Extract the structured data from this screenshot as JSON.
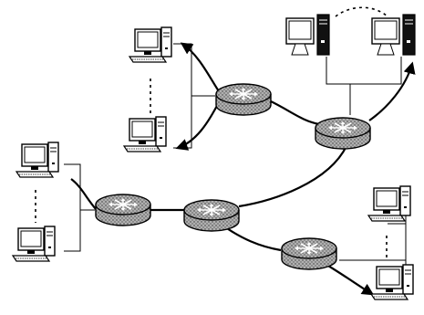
{
  "diagram": {
    "kind": "computer-network",
    "background": "#ffffff",
    "ink": "#000000",
    "router_fill": "#a8a8a8",
    "router_icon": "router-icon",
    "host_icon": "desktop-computer-icon",
    "routers": [
      {
        "id": "r-top-center"
      },
      {
        "id": "r-top-right"
      },
      {
        "id": "r-left"
      },
      {
        "id": "r-center"
      },
      {
        "id": "r-bottom-right"
      }
    ],
    "links": [
      {
        "from": "r-top-center",
        "to": "r-top-right"
      },
      {
        "from": "r-top-right",
        "to": "r-center"
      },
      {
        "from": "r-left",
        "to": "r-center"
      },
      {
        "from": "r-center",
        "to": "r-bottom-right"
      }
    ],
    "host_groups": [
      {
        "id": "top-center-lan",
        "router": "r-top-center",
        "hosts": 2
      },
      {
        "id": "top-right-lan",
        "router": "r-top-right",
        "hosts": 2
      },
      {
        "id": "left-lan",
        "router": "r-left",
        "hosts": 2
      },
      {
        "id": "bottom-right-lan",
        "router": "r-bottom-right",
        "hosts": 2
      }
    ]
  }
}
